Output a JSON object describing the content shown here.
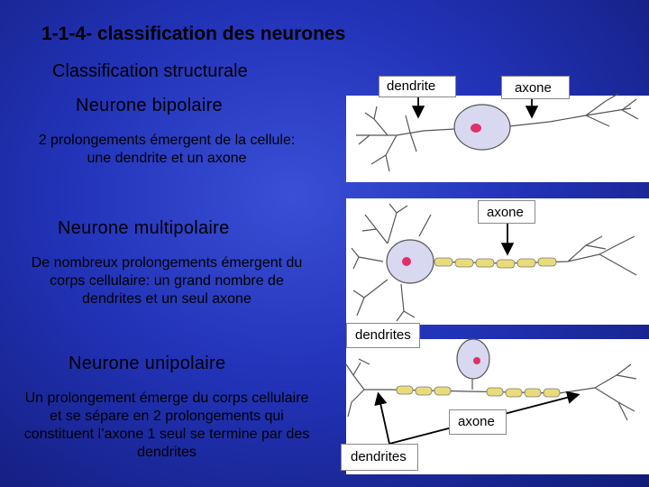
{
  "title": "1-1-4- classification des neurones",
  "subtitle": "Classification structurale",
  "sections": [
    {
      "heading": "Neurone bipolaire",
      "text": [
        "2 prolongements émergent de la cellule:",
        "une dendrite et un axone"
      ]
    },
    {
      "heading": "Neurone multipolaire",
      "text": [
        "De nombreux prolongements émergent du",
        "corps cellulaire: un grand nombre de",
        "dendrites et un  seul axone"
      ]
    },
    {
      "heading": "Neurone unipolaire",
      "text": [
        "Un prolongement émerge du corps cellulaire",
        "et se sépare en 2 prolongements qui",
        "constituent l’axone 1 seul se termine par des",
        "dendrites"
      ]
    }
  ],
  "labels": {
    "bipolar_dendrite": "dendrite",
    "bipolar_axone": "axone",
    "multipolar_axone": "axone",
    "multipolar_dendrites": "dendrites",
    "unipolar_axone": "axone",
    "unipolar_dendrites": "dendrites"
  },
  "colors": {
    "background": "#2233b8",
    "cell_body": "#d8d8f0",
    "nucleus": "#e0306a",
    "myelin": "#e8dc7a"
  }
}
